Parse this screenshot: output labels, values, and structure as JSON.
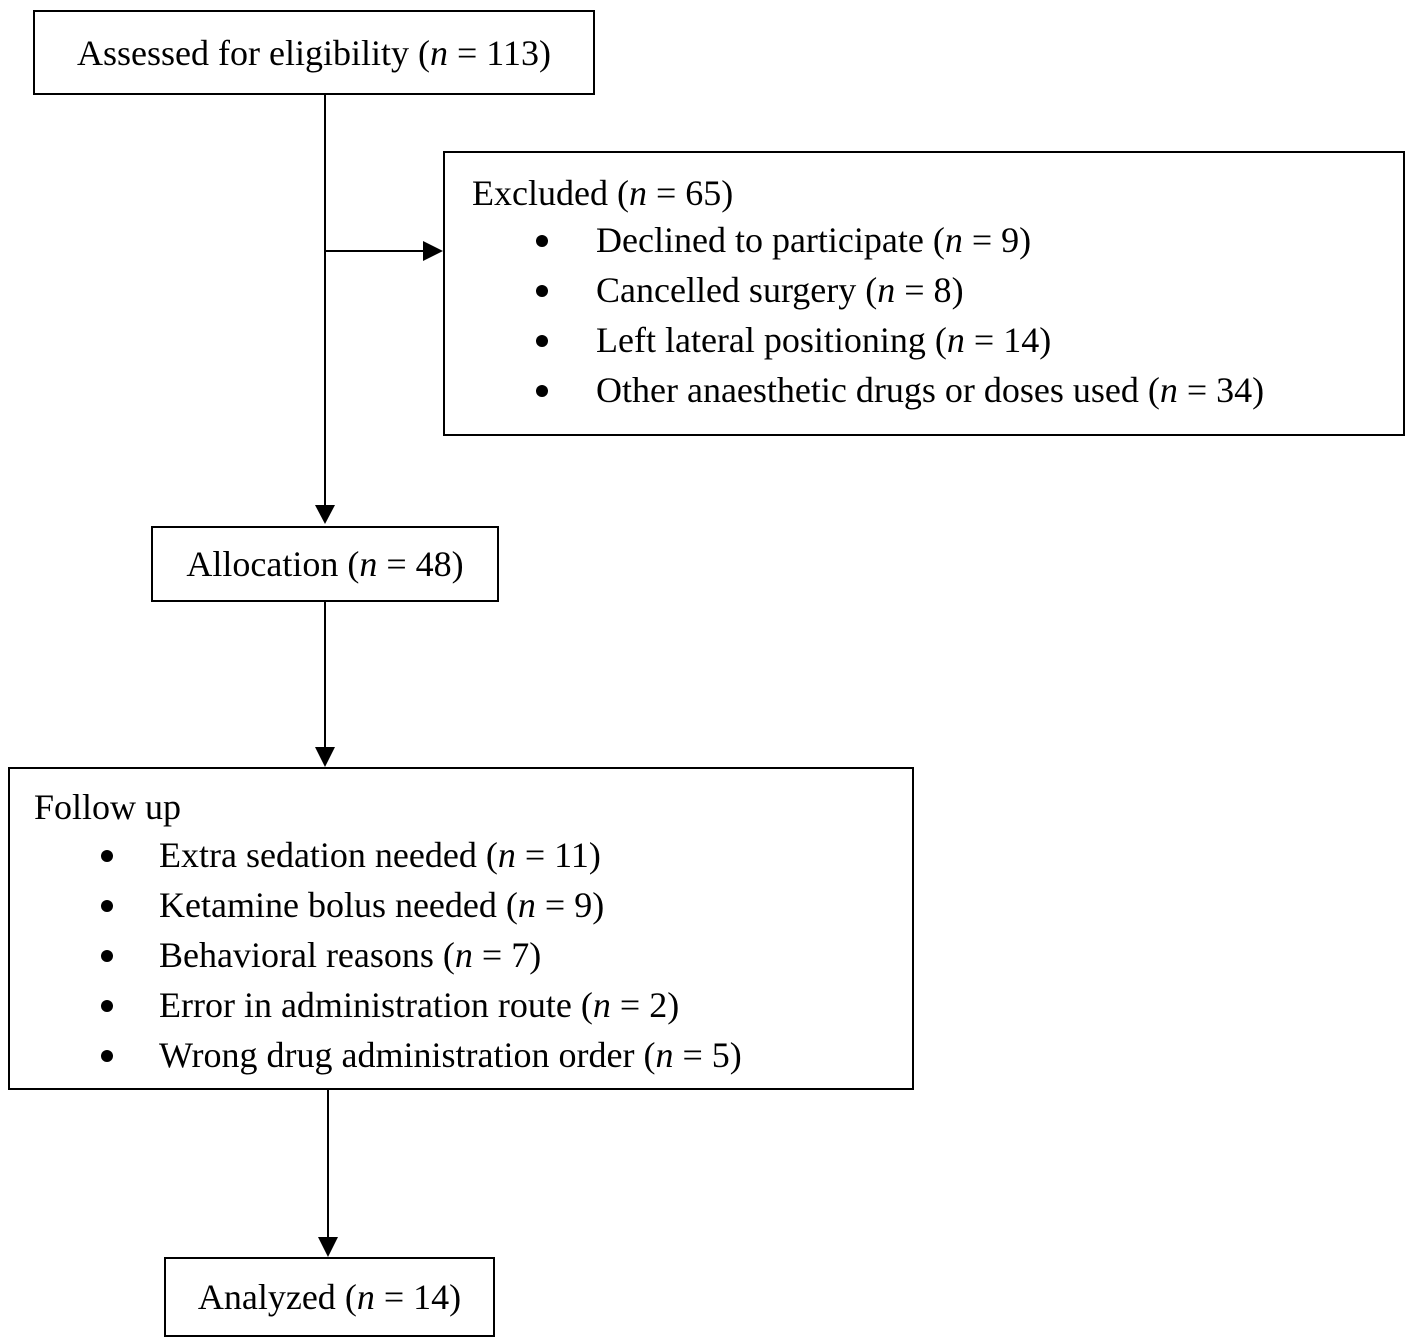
{
  "diagram": {
    "assessed": {
      "label": "Assessed for eligibility",
      "n_symbol": "n",
      "n_value": "= 113"
    },
    "excluded": {
      "label": "Excluded",
      "n_symbol": "n",
      "n_value": "= 65",
      "items": [
        {
          "label": "Declined to participate",
          "n_symbol": "n",
          "n_value": "= 9"
        },
        {
          "label": "Cancelled surgery",
          "n_symbol": "n",
          "n_value": "= 8"
        },
        {
          "label": "Left lateral positioning",
          "n_symbol": "n",
          "n_value": "= 14"
        },
        {
          "label": "Other anaesthetic drugs or doses used",
          "n_symbol": "n",
          "n_value": "= 34"
        }
      ]
    },
    "allocation": {
      "label": "Allocation",
      "n_symbol": "n",
      "n_value": "= 48"
    },
    "follow_up": {
      "label": "Follow up",
      "items": [
        {
          "label": "Extra sedation needed",
          "n_symbol": "n",
          "n_value": "= 11"
        },
        {
          "label": "Ketamine bolus needed",
          "n_symbol": "n",
          "n_value": "= 9"
        },
        {
          "label": "Behavioral reasons",
          "n_symbol": "n",
          "n_value": "= 7"
        },
        {
          "label": "Error in administration route",
          "n_symbol": "n",
          "n_value": "= 2"
        },
        {
          "label": "Wrong drug administration order",
          "n_symbol": "n",
          "n_value": "= 5"
        }
      ]
    },
    "analyzed": {
      "label": "Analyzed",
      "n_symbol": "n",
      "n_value": "= 14"
    }
  }
}
